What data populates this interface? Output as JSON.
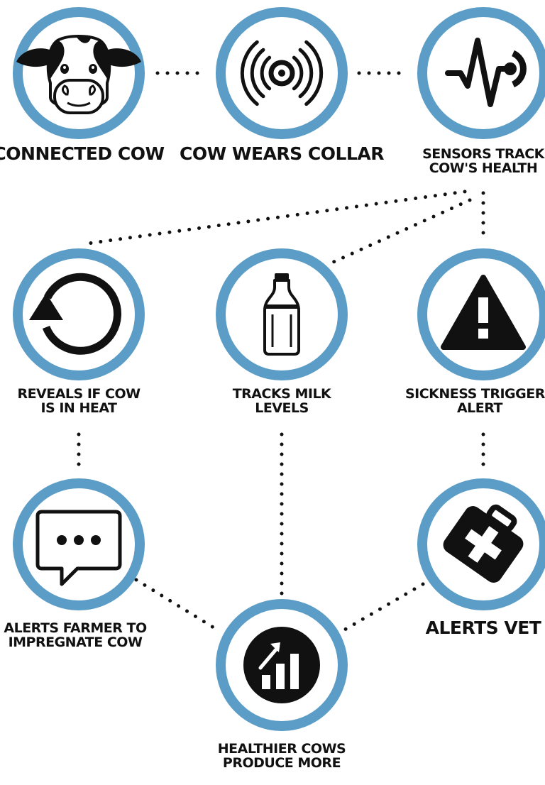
{
  "colors": {
    "ring": "#5b9dc6",
    "ink": "#111111",
    "background": "#ffffff"
  },
  "nodes": [
    {
      "id": "connected-cow",
      "icon": "cow-face-icon",
      "label_lines": [
        "CONNECTED COW"
      ]
    },
    {
      "id": "cow-wears-collar",
      "icon": "signal-collar-icon",
      "label_lines": [
        "COW WEARS COLLAR"
      ]
    },
    {
      "id": "sensors-track",
      "icon": "heartbeat-sensor-icon",
      "label_lines": [
        "SENSORS TRACK",
        "COW'S HEALTH"
      ]
    },
    {
      "id": "reveals-heat",
      "icon": "cycle-arrow-icon",
      "label_lines": [
        "REVEALS IF COW",
        "IS IN HEAT"
      ]
    },
    {
      "id": "tracks-milk",
      "icon": "milk-bottle-icon",
      "label_lines": [
        "TRACKS MILK",
        "LEVELS"
      ]
    },
    {
      "id": "sickness-alert",
      "icon": "warning-triangle-icon",
      "label_lines": [
        "SICKNESS TRIGGERS",
        "ALERT"
      ]
    },
    {
      "id": "alerts-farmer",
      "icon": "chat-bubble-icon",
      "label_lines": [
        "ALERTS FARMER TO",
        "IMPREGNATE COW"
      ]
    },
    {
      "id": "alerts-vet",
      "icon": "medical-kit-icon",
      "label_lines": [
        "ALERTS VET"
      ]
    },
    {
      "id": "healthier-cows",
      "icon": "growth-chart-icon",
      "label_lines": [
        "HEALTHIER COWS",
        "PRODUCE MORE"
      ]
    }
  ],
  "edges": [
    [
      "connected-cow",
      "cow-wears-collar"
    ],
    [
      "cow-wears-collar",
      "sensors-track"
    ],
    [
      "sensors-track",
      "reveals-heat"
    ],
    [
      "sensors-track",
      "tracks-milk"
    ],
    [
      "sensors-track",
      "sickness-alert"
    ],
    [
      "reveals-heat",
      "alerts-farmer"
    ],
    [
      "tracks-milk",
      "healthier-cows"
    ],
    [
      "sickness-alert",
      "alerts-vet"
    ],
    [
      "alerts-farmer",
      "healthier-cows"
    ],
    [
      "alerts-vet",
      "healthier-cows"
    ]
  ]
}
